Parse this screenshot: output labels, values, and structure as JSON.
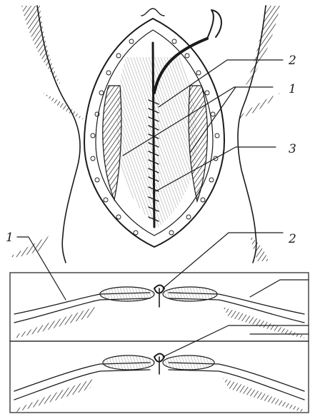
{
  "labels": {
    "top_2": "2",
    "top_1": "1",
    "top_3": "3",
    "bottom_left_1": "1",
    "bottom_right_2": "2"
  },
  "colors": {
    "ink": "#1a1a1a",
    "paper": "#ffffff"
  }
}
